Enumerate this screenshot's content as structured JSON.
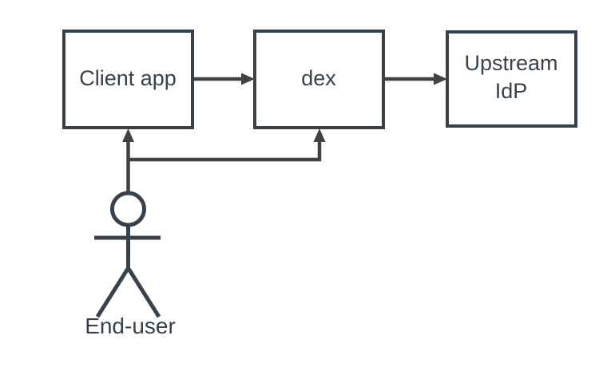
{
  "diagram": {
    "type": "flow-diagram",
    "nodes": [
      {
        "id": "client-app",
        "label": "Client app"
      },
      {
        "id": "dex",
        "label": "dex"
      },
      {
        "id": "upstream-idp",
        "label_line1": "Upstream",
        "label_line2": "IdP"
      }
    ],
    "actor": {
      "id": "end-user",
      "label": "End-user"
    },
    "edges": [
      {
        "from": "client-app",
        "to": "dex"
      },
      {
        "from": "dex",
        "to": "upstream-idp"
      },
      {
        "from": "end-user",
        "to": "client-app"
      },
      {
        "from": "end-user",
        "to": "dex"
      }
    ]
  },
  "colors": {
    "bg": "#ffffff",
    "node_fill": "#ffffff",
    "node_stroke": "#38424d",
    "label_color": "#38424d",
    "edge_color": "#404244",
    "actor_color": "#38424d"
  }
}
